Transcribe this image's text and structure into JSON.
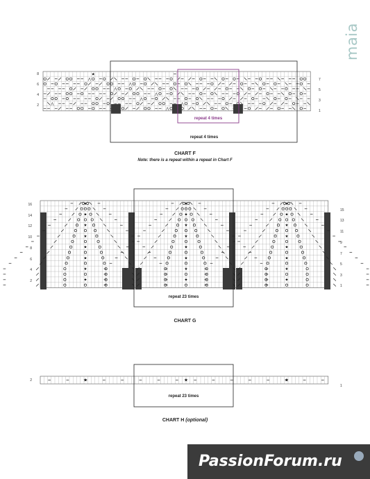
{
  "brand": "maia",
  "watermark": "PassionForum.ru",
  "chart_f": {
    "caption": "CHART F",
    "note": "Note: there is a repeat within a repeat in Chart F",
    "inner_repeat": "repeat 4 times",
    "outer_repeat": "repeat 4 times",
    "left_rows": [
      "8",
      "6",
      "4",
      "2"
    ],
    "right_rows": [
      "7",
      "5",
      "3",
      "1"
    ]
  },
  "chart_g": {
    "caption": "CHART G",
    "repeat": "repeat 23 times",
    "left_rows": [
      "16",
      "14",
      "12",
      "10",
      "8",
      "6",
      "4",
      "2"
    ],
    "right_rows": [
      "15",
      "13",
      "11",
      "9",
      "7",
      "5",
      "3",
      "1"
    ]
  },
  "chart_h": {
    "caption": "CHART H (optional)",
    "caption_main": "CHART H",
    "caption_opt": "(optional)",
    "repeat": "repeat 23 times",
    "left_rows": [
      "2"
    ],
    "right_rows": [
      "1"
    ]
  },
  "colors": {
    "grid": "#555555",
    "fill": "#3a3a3a",
    "accent": "#8a3a8a",
    "brand": "#a8c8c6"
  }
}
